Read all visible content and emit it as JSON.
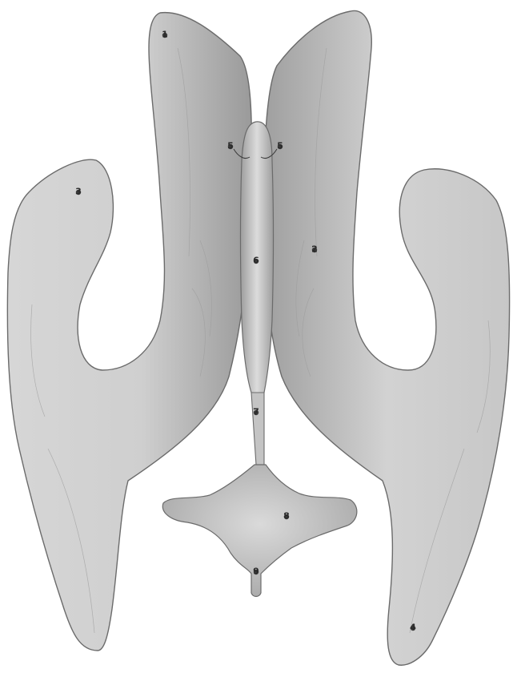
{
  "figure": {
    "fill_color": "#c9c9c9",
    "shade_color": "#8f8f8f",
    "outline_color": "#5a5a5a",
    "labels": [
      "1",
      "2",
      "3",
      "4",
      "5",
      "5",
      "6",
      "7",
      "8",
      "9"
    ]
  }
}
